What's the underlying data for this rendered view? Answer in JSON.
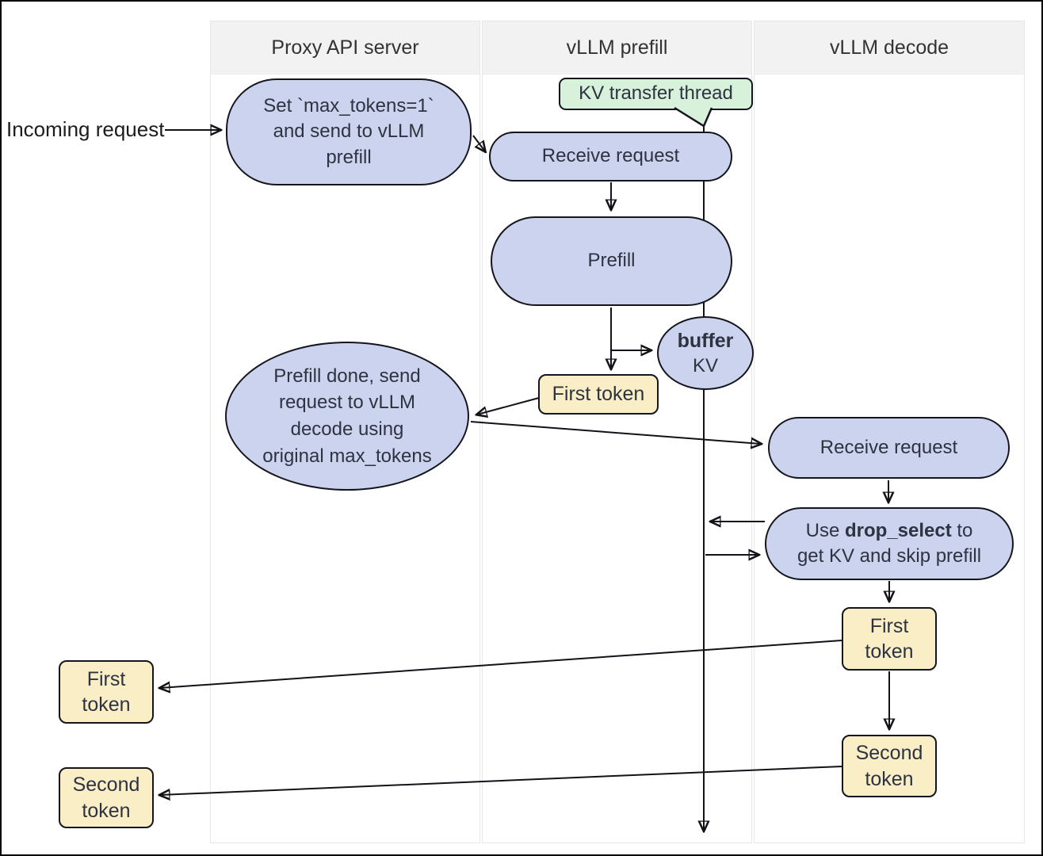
{
  "lanes": [
    {
      "label": "Proxy API server"
    },
    {
      "label": "vLLM prefill"
    },
    {
      "label": "vLLM decode"
    }
  ],
  "labels": {
    "incoming": "Incoming request"
  },
  "nodes": {
    "set_max_tokens": {
      "lines": [
        "Set `max_tokens=1`",
        "and send to vLLM",
        "prefill"
      ]
    },
    "kv_transfer_thread": {
      "label": "KV transfer thread"
    },
    "receive_request_prefill": {
      "label": "Receive request"
    },
    "prefill": {
      "label": "Prefill"
    },
    "buffer_kv": {
      "bold": "buffer",
      "label": "KV"
    },
    "first_token_prefill": {
      "label": "First token"
    },
    "prefill_done": {
      "lines": [
        "Prefill done, send",
        "request to vLLM",
        "decode using",
        "original max_tokens"
      ]
    },
    "receive_request_decode": {
      "label": "Receive request"
    },
    "drop_select": {
      "line1_pre": "Use",
      "line1_bold": "drop_select",
      "line1_post": "to",
      "line2": "get KV and skip prefill"
    },
    "first_token_decode": {
      "lines": [
        "First",
        "token"
      ]
    },
    "second_token_decode": {
      "lines": [
        "Second",
        "token"
      ]
    },
    "first_token_out": {
      "lines": [
        "First",
        "token"
      ]
    },
    "second_token_out": {
      "lines": [
        "Second",
        "token"
      ]
    }
  },
  "colors": {
    "process_fill": "#ccd3ee",
    "token_fill": "#faeec6",
    "thread_fill": "#d8f1da",
    "node_border": "#15151e",
    "lane_header_bg": "#f2f2f2",
    "lane_border": "#e7e7e9",
    "wire": "#121218",
    "text": "#2d3340"
  }
}
